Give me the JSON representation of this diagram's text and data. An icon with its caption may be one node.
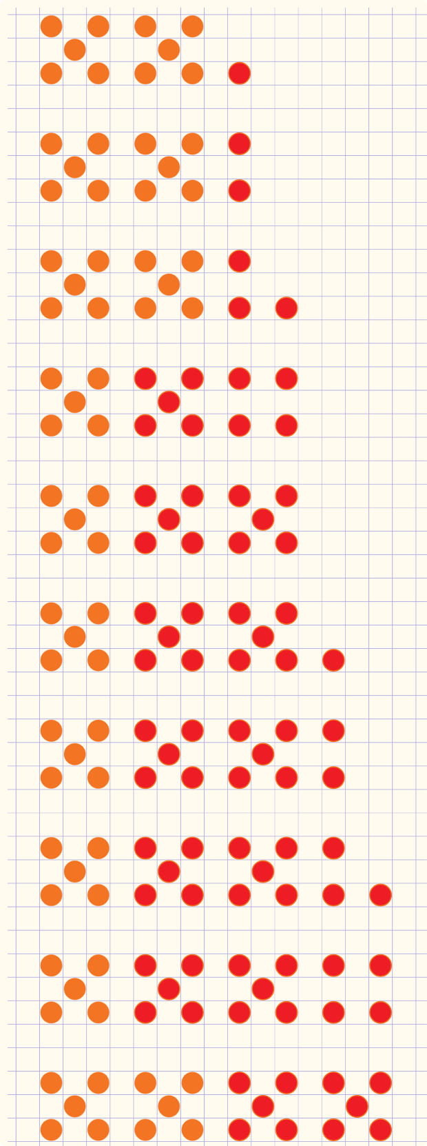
{
  "diagram": {
    "nodes": [
      {
        "text": [],
        "shape": "circle"
      },
      {
        "text": [],
        "shape": "circle"
      },
      {
        "text": [],
        "shape": "circle"
      },
      {
        "text": [],
        "shape": "circle"
      },
      {
        "text": [],
        "shape": "circle"
      },
      {
        "text": [],
        "shape": "circle"
      },
      {
        "text": [],
        "shape": "circle"
      },
      {
        "text": [],
        "shape": "circle"
      },
      {
        "text": [],
        "shape": "circle"
      },
      {
        "text": [],
        "shape": "circle"
      },
      {
        "text": [],
        "shape": "circle"
      },
      {
        "text": [],
        "shape": "circle"
      },
      {
        "text": [],
        "shape": "circle"
      },
      {
        "text": [],
        "shape": "circle"
      },
      {
        "text": [],
        "shape": "circle"
      },
      {
        "text": [],
        "shape": "circle"
      },
      {
        "text": [],
        "shape": "circle"
      },
      {
        "text": [],
        "shape": "circle"
      },
      {
        "text": [],
        "shape": "circle"
      },
      {
        "text": [],
        "shape": "circle"
      },
      {
        "text": [],
        "shape": "circle"
      },
      {
        "text": [],
        "shape": "circle"
      },
      {
        "text": [],
        "shape": "circle"
      },
      {
        "text": [],
        "shape": "circle"
      },
      {
        "text": [],
        "shape": "circle"
      },
      {
        "text": [],
        "shape": "circle"
      },
      {
        "text": [],
        "shape": "circle"
      },
      {
        "text": [],
        "shape": "circle"
      },
      {
        "text": [],
        "shape": "circle"
      },
      {
        "text": [],
        "shape": "circle"
      },
      {
        "text": [],
        "shape": "circle"
      },
      {
        "text": [],
        "shape": "circle"
      },
      {
        "text": [],
        "shape": "circle"
      },
      {
        "text": [],
        "shape": "circle"
      },
      {
        "text": [],
        "shape": "circle"
      },
      {
        "text": [],
        "shape": "circle"
      },
      {
        "text": [],
        "shape": "circle"
      },
      {
        "text": [],
        "shape": "circle"
      },
      {
        "text": [],
        "shape": "circle"
      },
      {
        "text": [],
        "shape": "circle"
      },
      {
        "text": [],
        "shape": "circle"
      },
      {
        "text": [],
        "shape": "circle"
      },
      {
        "text": [],
        "shape": "circle"
      },
      {
        "text": [],
        "shape": "circle"
      },
      {
        "text": [],
        "shape": "circle"
      },
      {
        "text": [],
        "shape": "circle"
      },
      {
        "text": [],
        "shape": "circle"
      },
      {
        "text": [],
        "shape": "circle"
      },
      {
        "text": [],
        "shape": "circle"
      },
      {
        "text": [],
        "shape": "circle"
      },
      {
        "text": [],
        "shape": "circle"
      },
      {
        "text": [],
        "shape": "circle"
      },
      {
        "text": [],
        "shape": "circle"
      },
      {
        "text": [],
        "shape": "circle"
      },
      {
        "text": [],
        "shape": "circle"
      },
      {
        "text": [],
        "shape": "circle"
      },
      {
        "text": [],
        "shape": "circle"
      },
      {
        "text": [],
        "shape": "circle"
      },
      {
        "text": [],
        "shape": "circle"
      },
      {
        "text": [],
        "shape": "circle"
      },
      {
        "text": [],
        "shape": "circle"
      },
      {
        "text": [],
        "shape": "circle"
      },
      {
        "text": [],
        "shape": "circle"
      },
      {
        "text": [],
        "shape": "circle"
      },
      {
        "text": [],
        "shape": "circle"
      },
      {
        "text": [],
        "shape": "circle"
      },
      {
        "text": [],
        "shape": "circle"
      },
      {
        "text": [],
        "shape": "circle"
      },
      {
        "text": [],
        "shape": "circle"
      },
      {
        "text": [],
        "shape": "circle"
      },
      {
        "text": [],
        "shape": "circle"
      },
      {
        "text": [],
        "shape": "circle"
      },
      {
        "text": [],
        "shape": "circle"
      },
      {
        "text": [],
        "shape": "circle"
      },
      {
        "text": [],
        "shape": "circle"
      },
      {
        "text": [],
        "shape": "circle"
      },
      {
        "text": [],
        "shape": "circle"
      },
      {
        "text": [],
        "shape": "circle"
      },
      {
        "text": [],
        "shape": "circle"
      },
      {
        "text": [],
        "shape": "circle"
      },
      {
        "text": [],
        "shape": "circle"
      },
      {
        "text": [],
        "shape": "circle"
      },
      {
        "text": [],
        "shape": "circle"
      },
      {
        "text": [],
        "shape": "circle"
      },
      {
        "text": [],
        "shape": "circle"
      },
      {
        "text": [],
        "shape": "circle"
      },
      {
        "text": [],
        "shape": "circle"
      },
      {
        "text": [],
        "shape": "circle"
      },
      {
        "text": [],
        "shape": "circle"
      },
      {
        "text": [],
        "shape": "circle"
      },
      {
        "text": [],
        "shape": "circle"
      },
      {
        "text": [],
        "shape": "circle"
      },
      {
        "text": [],
        "shape": "circle"
      },
      {
        "text": [],
        "shape": "circle"
      },
      {
        "text": [],
        "shape": "circle"
      },
      {
        "text": [],
        "shape": "circle"
      },
      {
        "text": [],
        "shape": "circle"
      },
      {
        "text": [],
        "shape": "circle"
      },
      {
        "text": [],
        "shape": "circle"
      },
      {
        "text": [],
        "shape": "circle"
      },
      {
        "text": [],
        "shape": "circle"
      },
      {
        "text": [],
        "shape": "circle"
      },
      {
        "text": [],
        "shape": "circle"
      },
      {
        "text": [],
        "shape": "circle"
      },
      {
        "text": [],
        "shape": "circle"
      },
      {
        "text": [],
        "shape": "circle"
      },
      {
        "text": [],
        "shape": "circle"
      },
      {
        "text": [],
        "shape": "circle"
      },
      {
        "text": [],
        "shape": "circle"
      },
      {
        "text": [],
        "shape": "circle"
      },
      {
        "text": [],
        "shape": "circle"
      },
      {
        "text": [],
        "shape": "circle"
      },
      {
        "text": [],
        "shape": "circle"
      },
      {
        "text": [],
        "shape": "circle"
      },
      {
        "text": [],
        "shape": "circle"
      },
      {
        "text": [],
        "shape": "circle"
      },
      {
        "text": [],
        "shape": "circle"
      },
      {
        "text": [],
        "shape": "circle"
      },
      {
        "text": [],
        "shape": "circle"
      },
      {
        "text": [],
        "shape": "circle"
      },
      {
        "text": [],
        "shape": "circle"
      },
      {
        "text": [],
        "shape": "circle"
      },
      {
        "text": [],
        "shape": "circle"
      },
      {
        "text": [],
        "shape": "circle"
      },
      {
        "text": [],
        "shape": "circle"
      },
      {
        "text": [],
        "shape": "circle"
      },
      {
        "text": [],
        "shape": "circle"
      },
      {
        "text": [],
        "shape": "circle"
      },
      {
        "text": [],
        "shape": "circle"
      },
      {
        "text": [],
        "shape": "circle"
      },
      {
        "text": [],
        "shape": "circle"
      },
      {
        "text": [],
        "shape": "circle"
      },
      {
        "text": [],
        "shape": "circle"
      },
      {
        "text": [],
        "shape": "circle"
      },
      {
        "text": [],
        "shape": "circle"
      },
      {
        "text": [],
        "shape": "circle"
      },
      {
        "text": [],
        "shape": "circle"
      },
      {
        "text": [],
        "shape": "circle"
      },
      {
        "text": [],
        "shape": "circle"
      },
      {
        "text": [],
        "shape": "circle"
      },
      {
        "text": [],
        "shape": "circle"
      },
      {
        "text": [],
        "shape": "circle"
      },
      {
        "text": [],
        "shape": "circle"
      },
      {
        "text": [],
        "shape": "circle"
      },
      {
        "text": [],
        "shape": "circle"
      },
      {
        "text": [],
        "shape": "circle"
      },
      {
        "text": [],
        "shape": "circle"
      },
      {
        "text": [],
        "shape": "circle"
      },
      {
        "text": [],
        "shape": "circle"
      },
      {
        "text": [],
        "shape": "circle"
      },
      {
        "text": [],
        "shape": "circle"
      },
      {
        "text": [],
        "shape": "circle"
      },
      {
        "text": [],
        "shape": "circle"
      },
      {
        "text": [],
        "shape": "circle"
      },
      {
        "text": [],
        "shape": "circle"
      }
    ]
  }
}
